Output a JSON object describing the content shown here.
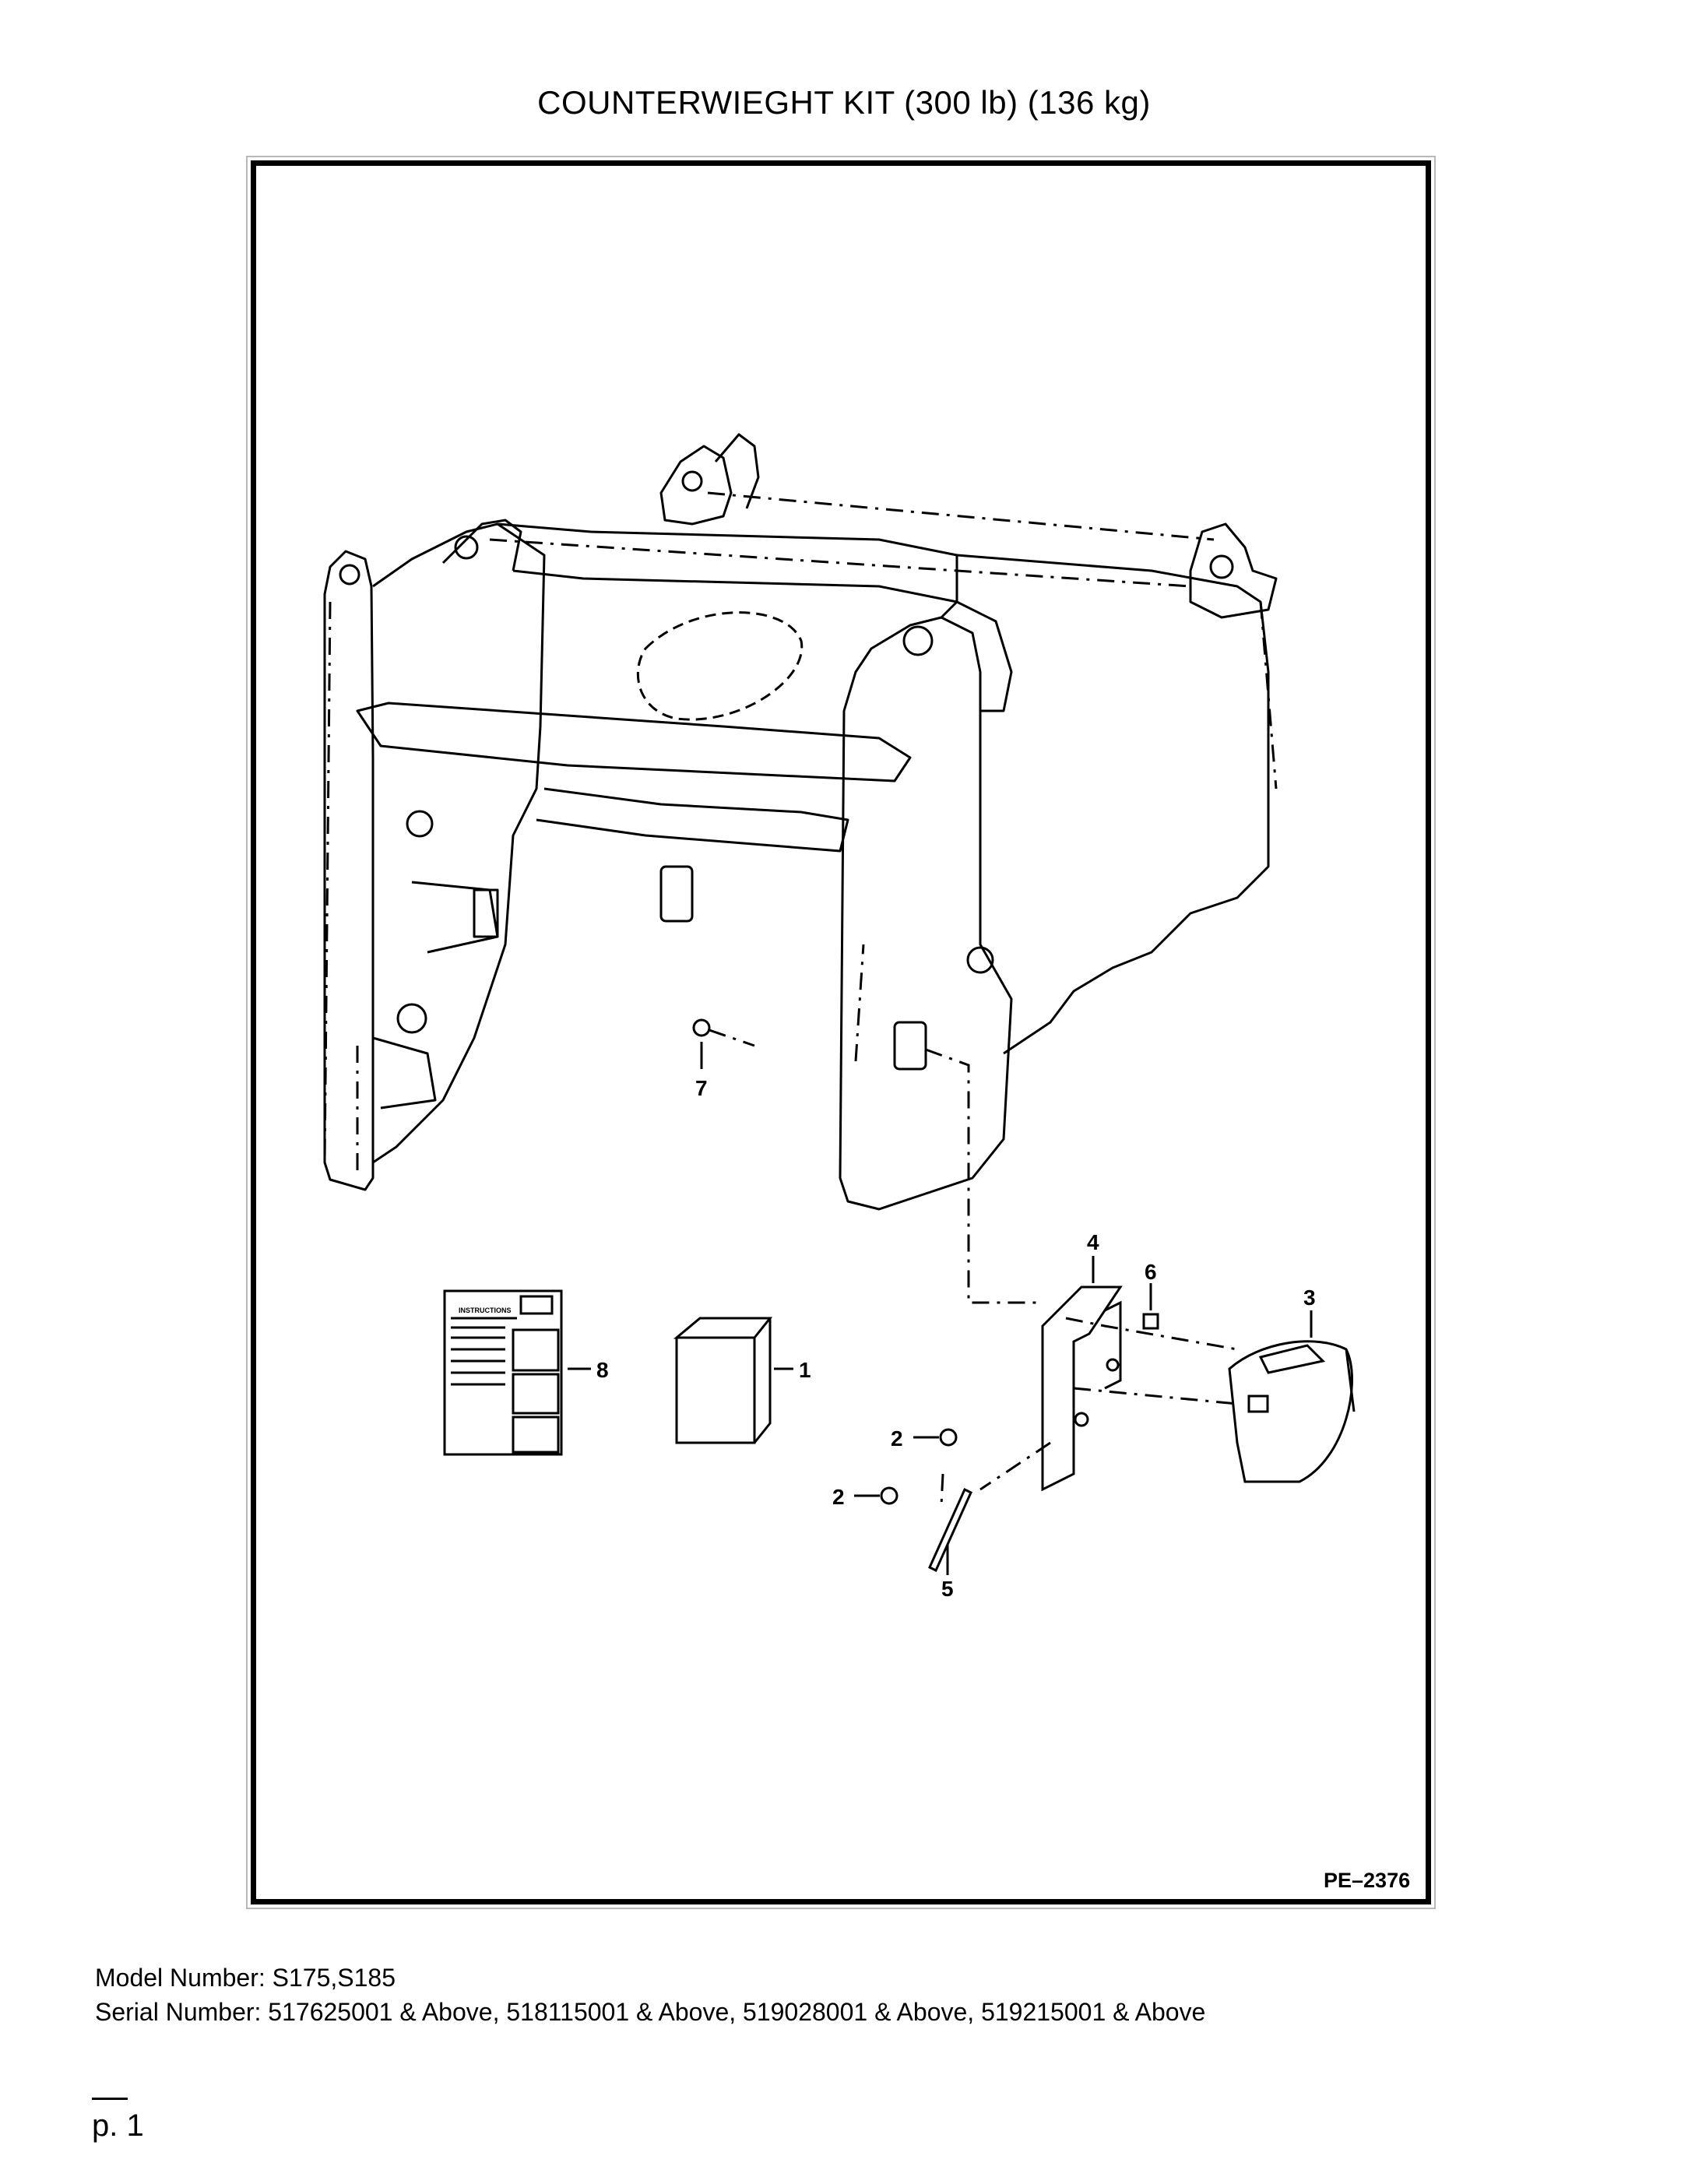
{
  "header": {
    "title": "COUNTERWIEGHT KIT (300 lb) (136 kg)"
  },
  "figure": {
    "drawing_code": "PE–2376",
    "callouts": [
      "1",
      "2",
      "2",
      "3",
      "4",
      "5",
      "6",
      "7",
      "8"
    ],
    "decal_heading": "INSTRUCTIONS"
  },
  "footer": {
    "model_number": "Model Number: S175,S185",
    "serial_number": "Serial Number: 517625001 & Above, 518115001 & Above, 519028001 & Above, 519215001 & Above",
    "page": "p. 1"
  }
}
